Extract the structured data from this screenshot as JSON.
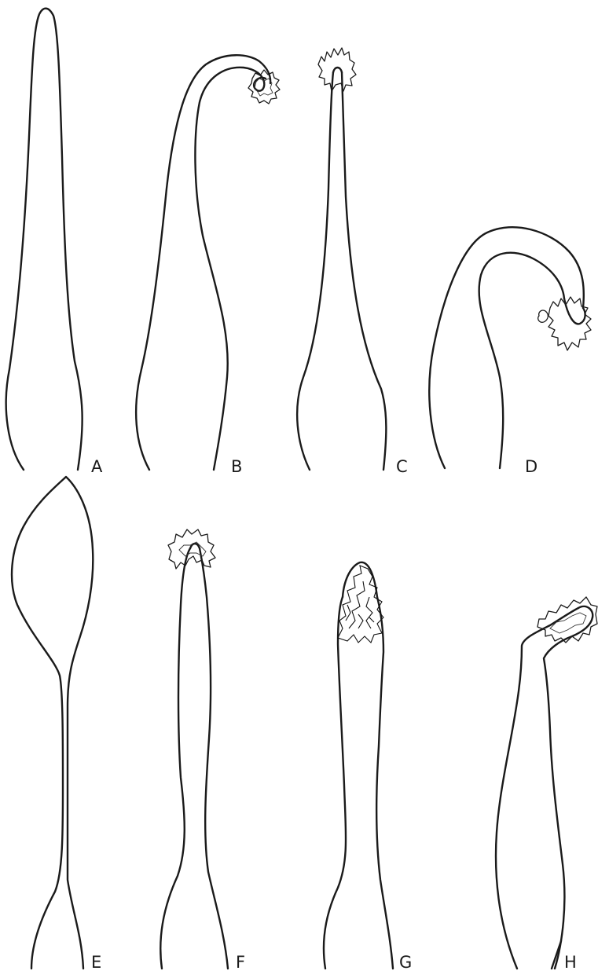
{
  "figure": {
    "panels": [
      {
        "label": "A"
      },
      {
        "label": "B"
      },
      {
        "label": "C"
      },
      {
        "label": "D"
      },
      {
        "label": "E"
      },
      {
        "label": "F"
      },
      {
        "label": "G"
      },
      {
        "label": "H"
      }
    ]
  }
}
